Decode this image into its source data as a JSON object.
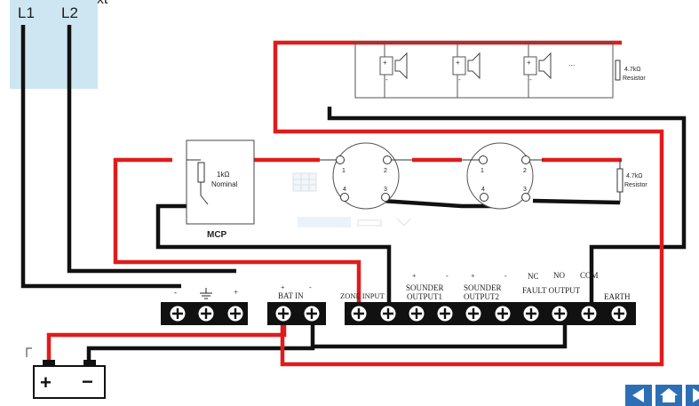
{
  "header": {
    "cut_text": "ext"
  },
  "supply": {
    "l1": "L1",
    "l2": "L2"
  },
  "sounders": {
    "plus": "+",
    "minus": "-",
    "dots": "...",
    "resistor_value": "4.7kΩ",
    "resistor_label": "Resistor"
  },
  "mcp": {
    "value": "1kΩ",
    "nominal": "Nominal",
    "label": "MCP"
  },
  "detectors": [
    {
      "t1": "1",
      "t2": "2",
      "t3": "3",
      "t4": "4"
    },
    {
      "t1": "1",
      "t2": "2",
      "t3": "3",
      "t4": "4"
    }
  ],
  "eol": {
    "value": "4.7kΩ",
    "label": "Resistor"
  },
  "terminal_block": {
    "power_signs": [
      "-",
      "+"
    ],
    "bat_label": "BAT IN",
    "bat_signs": [
      "+",
      "-"
    ],
    "zone_label": "ZONE INPUT",
    "sounder1_label_1": "SOUNDER",
    "sounder1_label_2": "OUTPUT1",
    "sounder2_label_1": "SOUNDER",
    "sounder2_label_2": "OUTPUT2",
    "sounder_signs": [
      "+",
      "-",
      "+",
      "-"
    ],
    "nc": "NC",
    "no": "NO",
    "com": "COM",
    "fault_label": "FAULT OUTPUT",
    "earth_label": "EARTH"
  },
  "battery": {
    "plus": "+",
    "minus": "−"
  },
  "colors": {
    "red": "#e01b1b",
    "black": "#111111",
    "supply_panel": "#cde6f2",
    "nav_blue": "#2c6fb7"
  }
}
